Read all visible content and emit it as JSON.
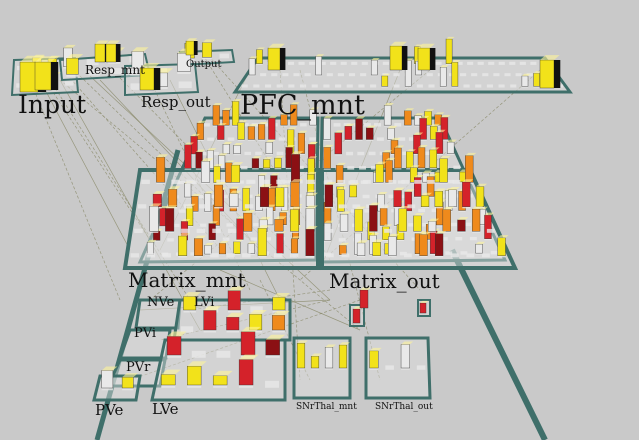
{
  "colors": {
    "background": "#c9c9c9",
    "frame": "#3f6f6a",
    "frame_dark": "#2f5552",
    "unit_inactive": "#e9e9e9",
    "unit_shadow": "#bdbdbd",
    "yellow": "#f2e21a",
    "orange": "#ef8a1c",
    "red": "#d4222a",
    "dark_red": "#8b1014",
    "black": "#111111",
    "projection_line": "#8a8a6a"
  },
  "layers": {
    "input": {
      "label": "Input"
    },
    "resp_mnt": {
      "label": "Resp_mnt"
    },
    "output": {
      "label": "Output"
    },
    "resp_out": {
      "label": "Resp_out"
    },
    "pfc_mnt": {
      "label": "PFC_mnt"
    },
    "matrix_mnt": {
      "label": "Matrix_mnt"
    },
    "matrix_out": {
      "label": "Matrix_out"
    },
    "nve": {
      "label": "NVe"
    },
    "lvi": {
      "label": "LVi"
    },
    "pvi": {
      "label": "PVi"
    },
    "pvr": {
      "label": "PVr"
    },
    "pve": {
      "label": "PVe"
    },
    "lve": {
      "label": "LVe"
    },
    "snthal_mnt": {
      "label": "SNrThal_mnt"
    },
    "snthal_out": {
      "label": "SNrThal_out"
    }
  }
}
